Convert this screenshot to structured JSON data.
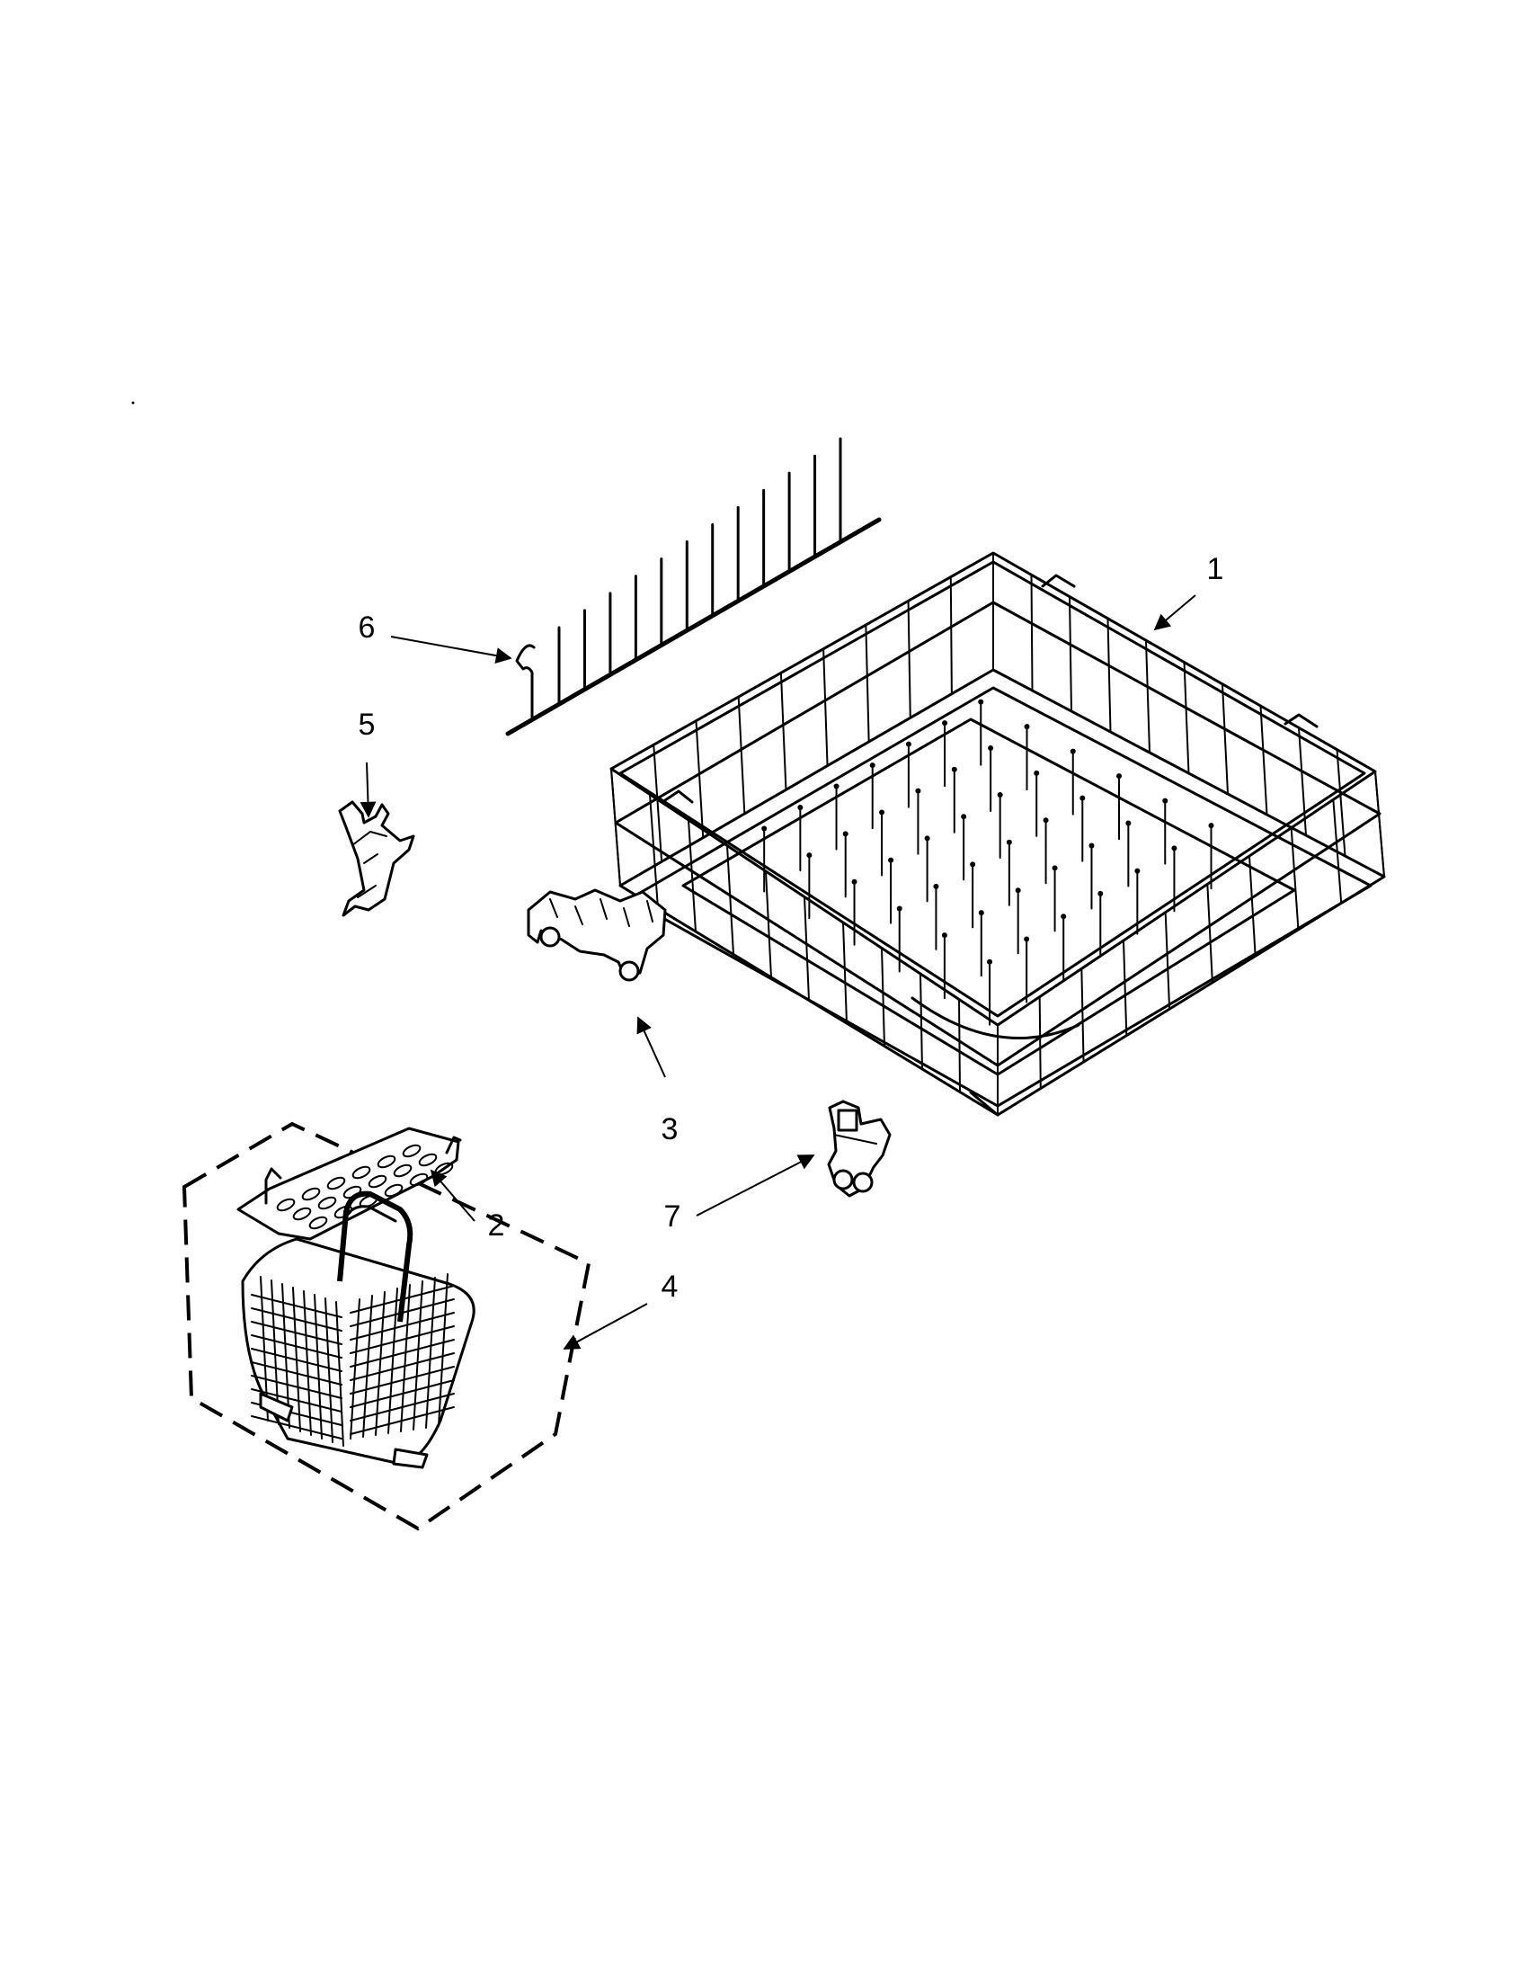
{
  "diagram": {
    "colors": {
      "line": "#000000",
      "background": "#ffffff"
    },
    "callouts": [
      {
        "id": "1",
        "label": "1"
      },
      {
        "id": "2",
        "label": "2"
      },
      {
        "id": "3",
        "label": "3"
      },
      {
        "id": "4",
        "label": "4"
      },
      {
        "id": "5",
        "label": "5"
      },
      {
        "id": "6",
        "label": "6"
      },
      {
        "id": "7",
        "label": "7"
      }
    ]
  }
}
